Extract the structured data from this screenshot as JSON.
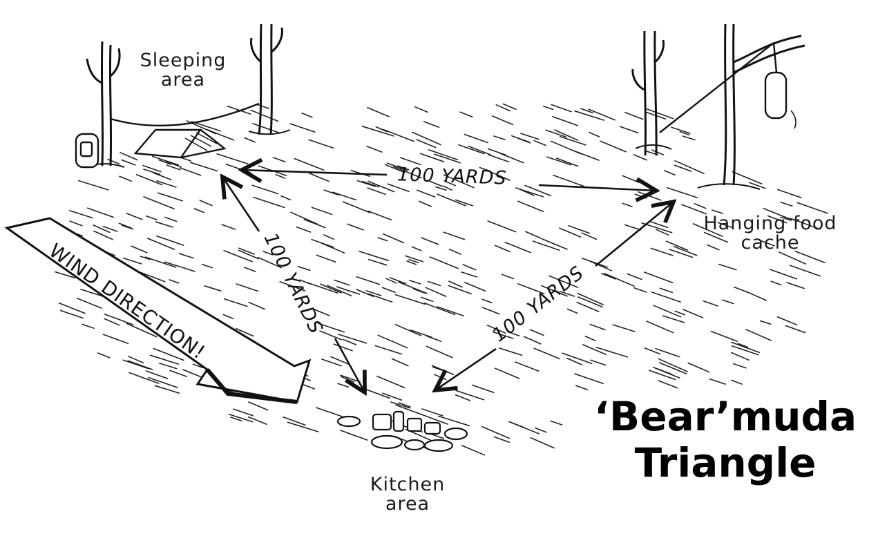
{
  "labels": {
    "sleeping_area": [
      "Sleeping",
      "area"
    ],
    "food_cache": [
      "Hanging food",
      "cache"
    ],
    "kitchen_area": [
      "Kitchen",
      "area"
    ]
  },
  "distances": {
    "sleep_to_cache": "100 YARDS",
    "sleep_to_kitchen": "100 YARDS",
    "kitchen_to_cache": "100 YARDS"
  },
  "wind_label": "WIND DIRECTION!",
  "title": [
    "‘Bear’muda",
    "Triangle"
  ],
  "colors": {
    "ink": "#111111",
    "paper": "#ffffff"
  }
}
